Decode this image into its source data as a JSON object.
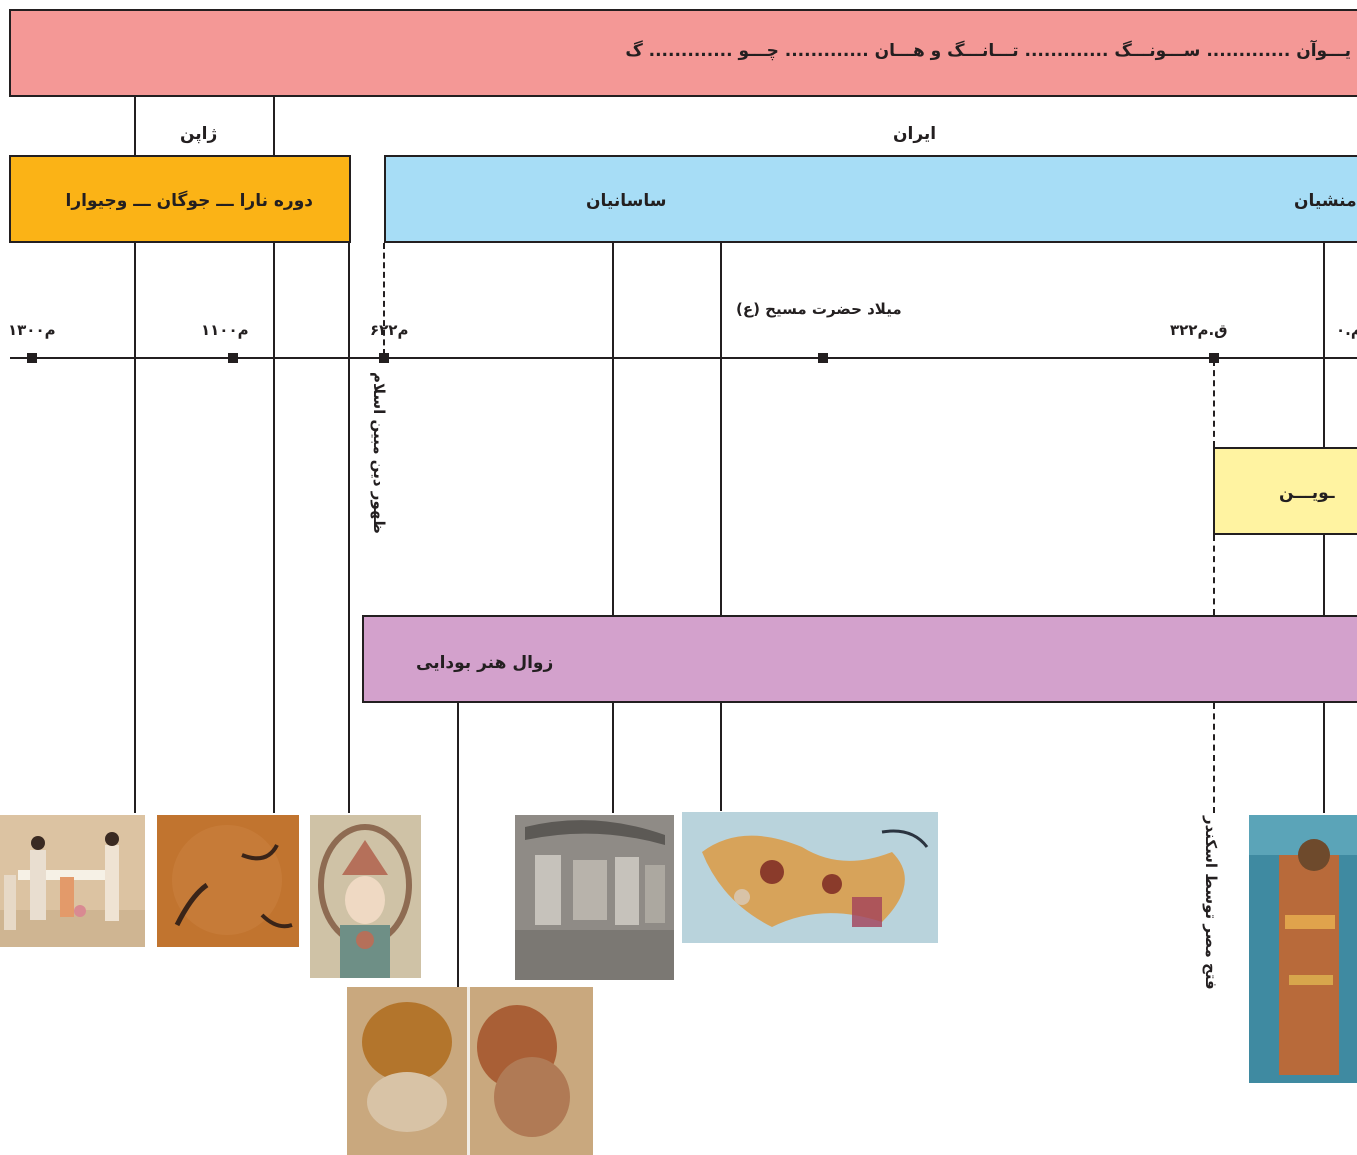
{
  "bands": {
    "china": "یـــوآن ............. ســـونـــگ ............. تـــانـــگ و هـــان ............. چـــو ............. گ",
    "iran_label": "ایران",
    "japan_label": "ژاپن",
    "japan": "دوره نارا ـــ جوگان ـــ وجیوارا",
    "sasanian": "ساسانیان",
    "achaemenid": "امنشیان",
    "ptolemy": "ـویـــن",
    "buddhist": "زوال هنر بودایی"
  },
  "axis": {
    "t1300": "۱۳۰۰م",
    "t1100": "۱۱۰۰م",
    "t622": "۶۲۲م",
    "christ": "میلاد حضرت مسیح (ع)",
    "t322": "۳۲۲ق.م",
    "t_edge": "۰.م"
  },
  "events": {
    "islam": "ظهور دین مبین اسلام",
    "egypt": "فتح مصر توسط اسکندر"
  },
  "colors": {
    "china": "#f49896",
    "japan": "#fbb316",
    "iran": "#a7ddf6",
    "ptolemy": "#fff3a1",
    "buddhist": "#d3a1cc",
    "line": "#231f20"
  }
}
